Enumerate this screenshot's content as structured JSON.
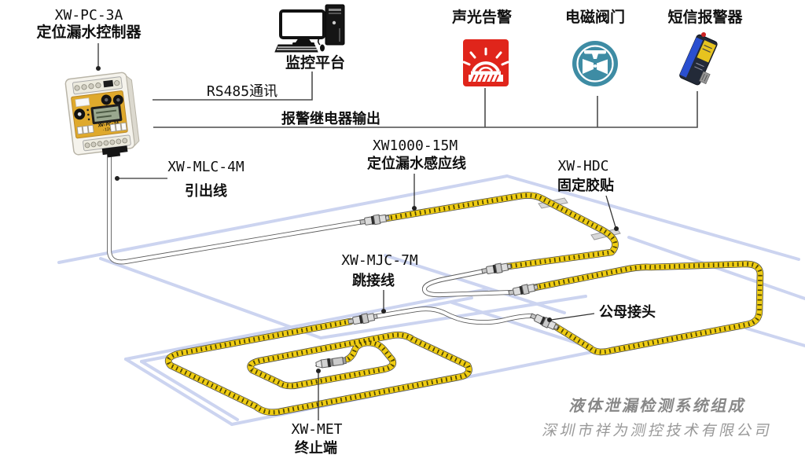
{
  "labels": {
    "controller": {
      "model": "XW-PC-3A",
      "name": "定位漏水控制器"
    },
    "monitor_platform": "监控平台",
    "rs485": "RS485通讯",
    "relay_output": "报警继电器输出",
    "sound_light_alarm": "声光告警",
    "solenoid_valve": "电磁阀门",
    "sms_alarm": "短信报警器",
    "sensing_cable": {
      "model": "XW1000-15M",
      "name": "定位漏水感应线"
    },
    "fixing_pad": {
      "model": "XW-HDC",
      "name": "固定胶贴"
    },
    "leadout": {
      "model": "XW-MLC-4M",
      "name": "引出线"
    },
    "jumper": {
      "model": "XW-MJC-7M",
      "name": "跳接线"
    },
    "connector_pair": "公母接头",
    "terminator": {
      "model": "XW-MET",
      "name": "终止端"
    }
  },
  "device_markings": {
    "model": "XW-PC-3A",
    "power": "-12VDC"
  },
  "footer": {
    "title": "液体泄漏检测系统组成",
    "company": "深圳市祥为测控技术有限公司"
  },
  "colors": {
    "cable_yellow": "#f0cd12",
    "floor_line": "#ccd4f0",
    "alarm_red": "#e0251b",
    "valve_teal": "#3e8ca4",
    "panel_yellow": "#dfa92c",
    "footer_gray": "#8f8f8f"
  }
}
